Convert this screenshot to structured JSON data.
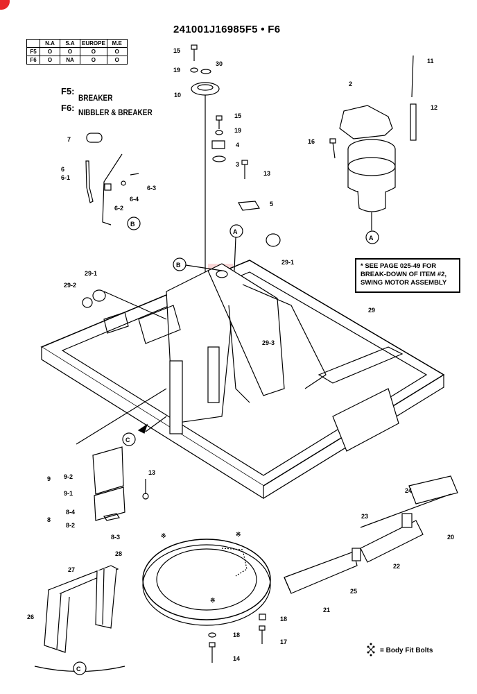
{
  "title": "241001J16985F5 • F6",
  "market_table": {
    "headers": [
      "",
      "N.A",
      "S.A",
      "EUROPE",
      "M.E"
    ],
    "rows": [
      [
        "F5",
        "O",
        "O",
        "O",
        "O"
      ],
      [
        "F6",
        "O",
        "NA",
        "O",
        "O"
      ]
    ]
  },
  "variants": [
    {
      "code": "F5:",
      "desc": "BREAKER"
    },
    {
      "code": "F6:",
      "desc": "NIBBLER & BREAKER"
    }
  ],
  "note": {
    "line1": "* SEE PAGE 025-49 FOR",
    "line2": "BREAK-DOWN OF ITEM #2,",
    "line3": "SWING MOTOR ASSEMBLY"
  },
  "legend": {
    "symbol": "※",
    "text": "= Body Fit Bolts"
  },
  "callouts": {
    "a": "A",
    "b": "B",
    "c": "C"
  },
  "part_labels": {
    "p15a": "15",
    "p30": "30",
    "p19a": "19",
    "p10": "10",
    "p15b": "15",
    "p19b": "19",
    "p4": "4",
    "p3": "3",
    "p13a": "13",
    "p5": "5",
    "p7": "7",
    "p6": "6",
    "p6_1": "6-1",
    "p6_2": "6-2",
    "p6_3": "6-3",
    "p6_4": "6-4",
    "p11": "11",
    "p2": "2",
    "p12": "12",
    "p16": "16",
    "p29_1a": "29-1",
    "p29_1b": "29-1",
    "p29_2": "29-2",
    "p29": "29",
    "p29_3": "29-3",
    "p9": "9",
    "p9_2": "9-2",
    "p9_1": "9-1",
    "p8": "8",
    "p8_4": "8-4",
    "p8_2": "8-2",
    "p8_3": "8-3",
    "p13b": "13",
    "p28": "28",
    "p27": "27",
    "p26": "26",
    "p18a": "18",
    "p18b": "18",
    "p17": "17",
    "p14": "14",
    "p24": "24",
    "p23": "23",
    "p20": "20",
    "p22": "22",
    "p25": "25",
    "p21": "21"
  }
}
